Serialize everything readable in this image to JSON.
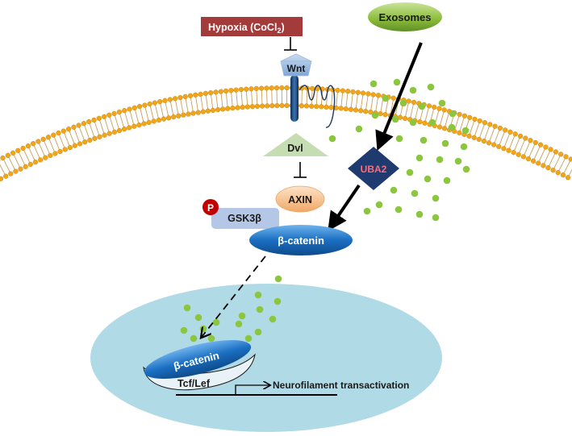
{
  "labels": {
    "hypoxia": "Hypoxia (CoCl",
    "hypoxia_sub": "2",
    "hypoxia_close": ")",
    "exosomes": "Exosomes",
    "wnt": "Wnt",
    "dvl": "Dvl",
    "uba2": "UBA2",
    "axin": "AXIN",
    "phospho": "P",
    "gsk3b": "GSK3β",
    "beta_catenin_cytoplasm": "β-catenin",
    "beta_catenin_nucleus": "β-catenin",
    "tcf_lef": "Tcf/Lef",
    "transactivation": "Neurofilament transactivation"
  },
  "colors": {
    "hypoxia_box": "#a33b3b",
    "exosomes": "#8fbf3f",
    "exosome_dots": "#8cc63f",
    "membrane_head": "#f2a516",
    "membrane_tail": "#c8a05a",
    "nucleus": "#b0dbe6",
    "receptor": "#1f4e79",
    "wnt": "#8db4e2",
    "dvl": "#c6dcb2",
    "uba2": "#1f3a6e",
    "uba2_text": "#ff6b7a",
    "axin": "#f7c08a",
    "gsk3b": "#b4c7e7",
    "phospho": "#c00000",
    "beta_catenin": "#1b6fc2"
  }
}
